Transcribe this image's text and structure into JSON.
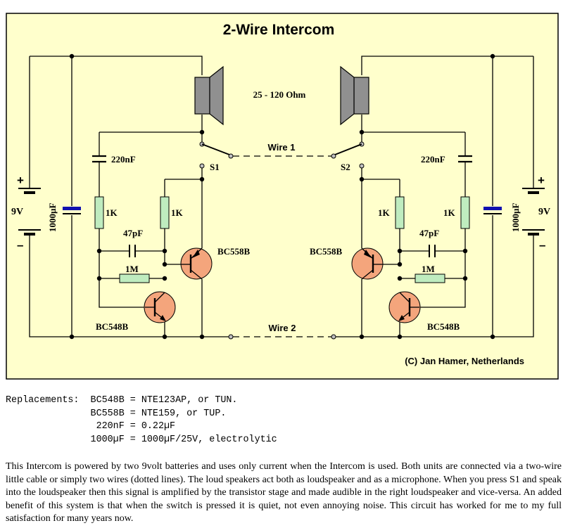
{
  "diagram": {
    "title": "2-Wire Intercom",
    "impedance": "25 - 120 Ohm",
    "wire1": "Wire 1",
    "wire2": "Wire 2",
    "credit": "(C) Jan Hamer, Netherlands",
    "left": {
      "battery_voltage": "9V",
      "cap_electrolytic": "1000µF",
      "cap_coupling": "220nF",
      "r_base": "1K",
      "r_collector": "1K",
      "cap_feedback": "47pF",
      "r_feedback": "1M",
      "pnp": "BC558B",
      "npn": "BC548B",
      "switch": "S1",
      "plus": "+",
      "minus": "–"
    },
    "right": {
      "battery_voltage": "9V",
      "cap_electrolytic": "1000µF",
      "cap_coupling": "220nF",
      "r_base": "1K",
      "r_collector": "1K",
      "cap_feedback": "47pF",
      "r_feedback": "1M",
      "pnp": "BC558B",
      "npn": "BC548B",
      "switch": "S2",
      "plus": "+",
      "minus": "–"
    },
    "colors": {
      "background": "#ffffcc",
      "resistor": "#bfecbf",
      "transistor": "#f4a57c",
      "speaker": "#909090",
      "electrolytic": "#1010b0",
      "node": "#000000",
      "terminal": "#c0c0c0"
    }
  },
  "replacements": "Replacements:  BC548B = NTE123AP, or TUN.\n               BC558B = NTE159, or TUP.\n                220nF = 0.22µF\n               1000µF = 1000µF/25V, electrolytic",
  "description": "This Intercom is powered by two 9volt batteries and uses only current when the Intercom is used. Both units are connected via a two-wire little cable or simply two wires (dotted lines). The loud speakers act both as loudspeaker and as a microphone. When you press S1 and speak into the loudspeaker then this signal is amplified by the transistor stage and made audible in the right loudspeaker and vice-versa. An added benefit of this system is that when the switch is pressed it is quiet, not even annoying noise. This circuit has worked for me to my full satisfaction for many years now."
}
